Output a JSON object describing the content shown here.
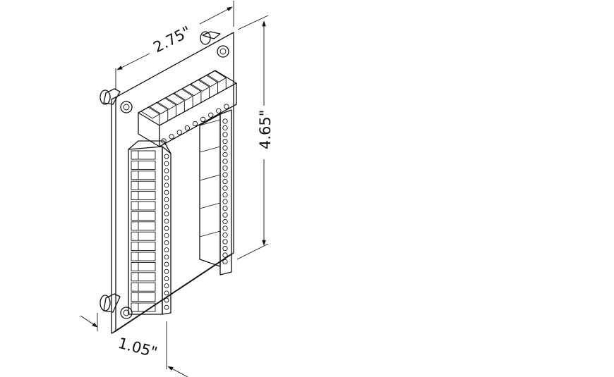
{
  "dimensions": {
    "width": "2.75\"",
    "height": "4.65\"",
    "depth": "1.05\""
  }
}
